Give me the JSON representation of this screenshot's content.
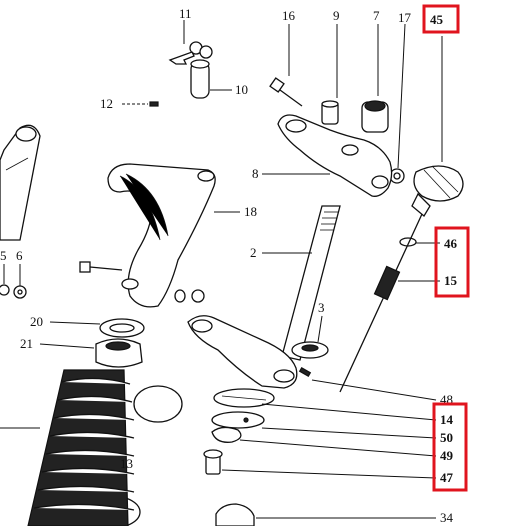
{
  "highlight_color": "#e0141e",
  "labels": {
    "l11": "11",
    "l16": "16",
    "l9": "9",
    "l7": "7",
    "l17": "17",
    "l45": "45",
    "l12": "12",
    "l10": "10",
    "l8": "8",
    "l18": "18",
    "l2": "2",
    "l46": "46",
    "l15": "15",
    "l5": "5",
    "l6": "6",
    "l3": "3",
    "l20": "20",
    "l21": "21",
    "l48": "48",
    "l14": "14",
    "l50": "50",
    "l49": "49",
    "l47": "47",
    "l13": "13",
    "l34": "34"
  }
}
